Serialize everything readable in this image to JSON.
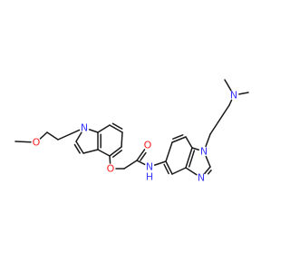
{
  "molecule": {
    "colors": {
      "bond": "#1a1a1a",
      "N": "#3838ff",
      "O": "#ff2020",
      "background": "#ffffff"
    },
    "atoms": [
      {
        "id": "a_me_l",
        "label": ""
      },
      {
        "id": "o_ether",
        "label": "O",
        "element": "O"
      },
      {
        "id": "a_c1",
        "label": ""
      },
      {
        "id": "a_c2",
        "label": ""
      },
      {
        "id": "n_indole",
        "label": "N",
        "element": "N"
      },
      {
        "id": "o_aryl",
        "label": "O",
        "element": "O"
      },
      {
        "id": "o_carbonyl",
        "label": "O",
        "element": "O"
      },
      {
        "id": "n_amide",
        "label": "N",
        "element": "N"
      },
      {
        "id": "h_amide",
        "label": "H",
        "element": "N"
      },
      {
        "id": "n_benz1",
        "label": "N",
        "element": "N"
      },
      {
        "id": "n_benz3",
        "label": "N",
        "element": "N"
      },
      {
        "id": "n_dimethyl",
        "label": "N",
        "element": "N"
      }
    ]
  }
}
